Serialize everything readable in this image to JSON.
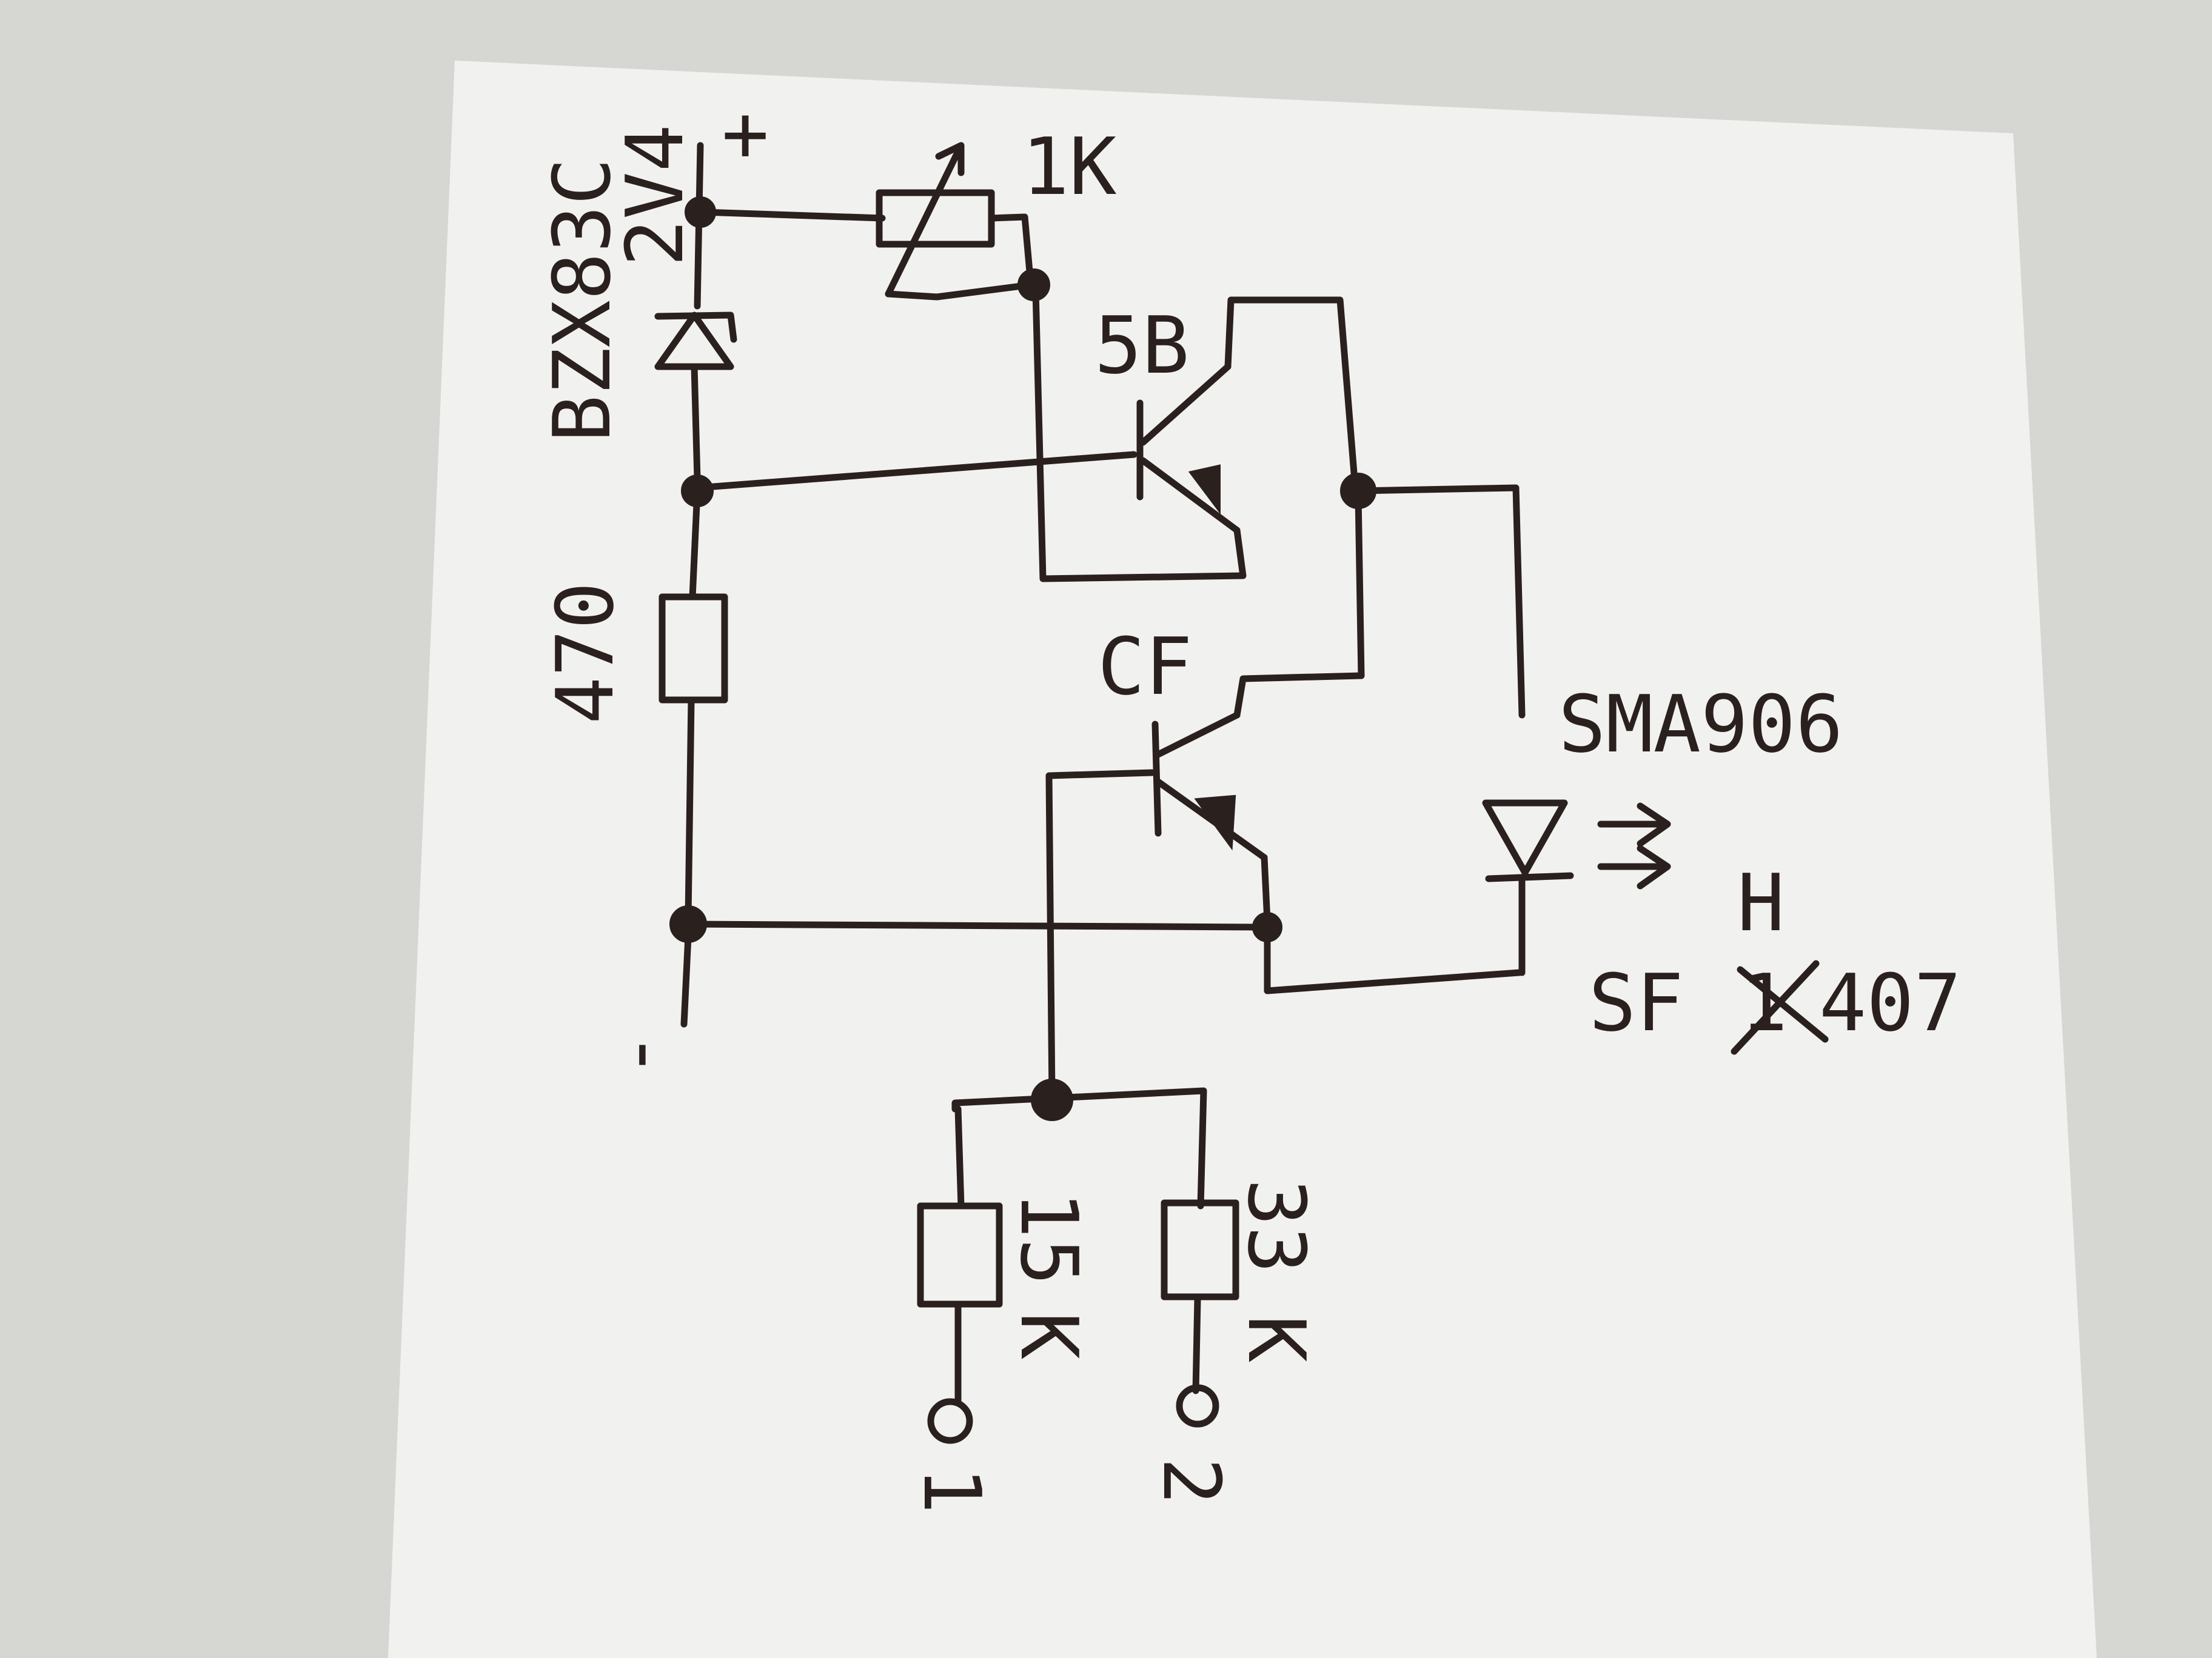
{
  "diagram": {
    "labels": {
      "zener_part": "BZX83C",
      "zener_voltage": "2V4",
      "plus_terminal": "+",
      "minus_terminal": "-",
      "pot_value": "1K",
      "transistor_top": "5B",
      "transistor_bottom": "CF",
      "r_470": "470",
      "ir_led": "SMA906",
      "r_15k_value": "15",
      "r_15k_unit": "K",
      "r_33k_value": "33",
      "r_33k_unit": "K",
      "input_1": "1",
      "input_2": "2",
      "detector_prefix": "SF",
      "detector_crossed": "1",
      "detector_correction": "H",
      "detector_suffix": "407"
    },
    "colors": {
      "ink": "#2a201e",
      "paper": "#f2f2f2",
      "table": "#d9d9d6"
    }
  }
}
